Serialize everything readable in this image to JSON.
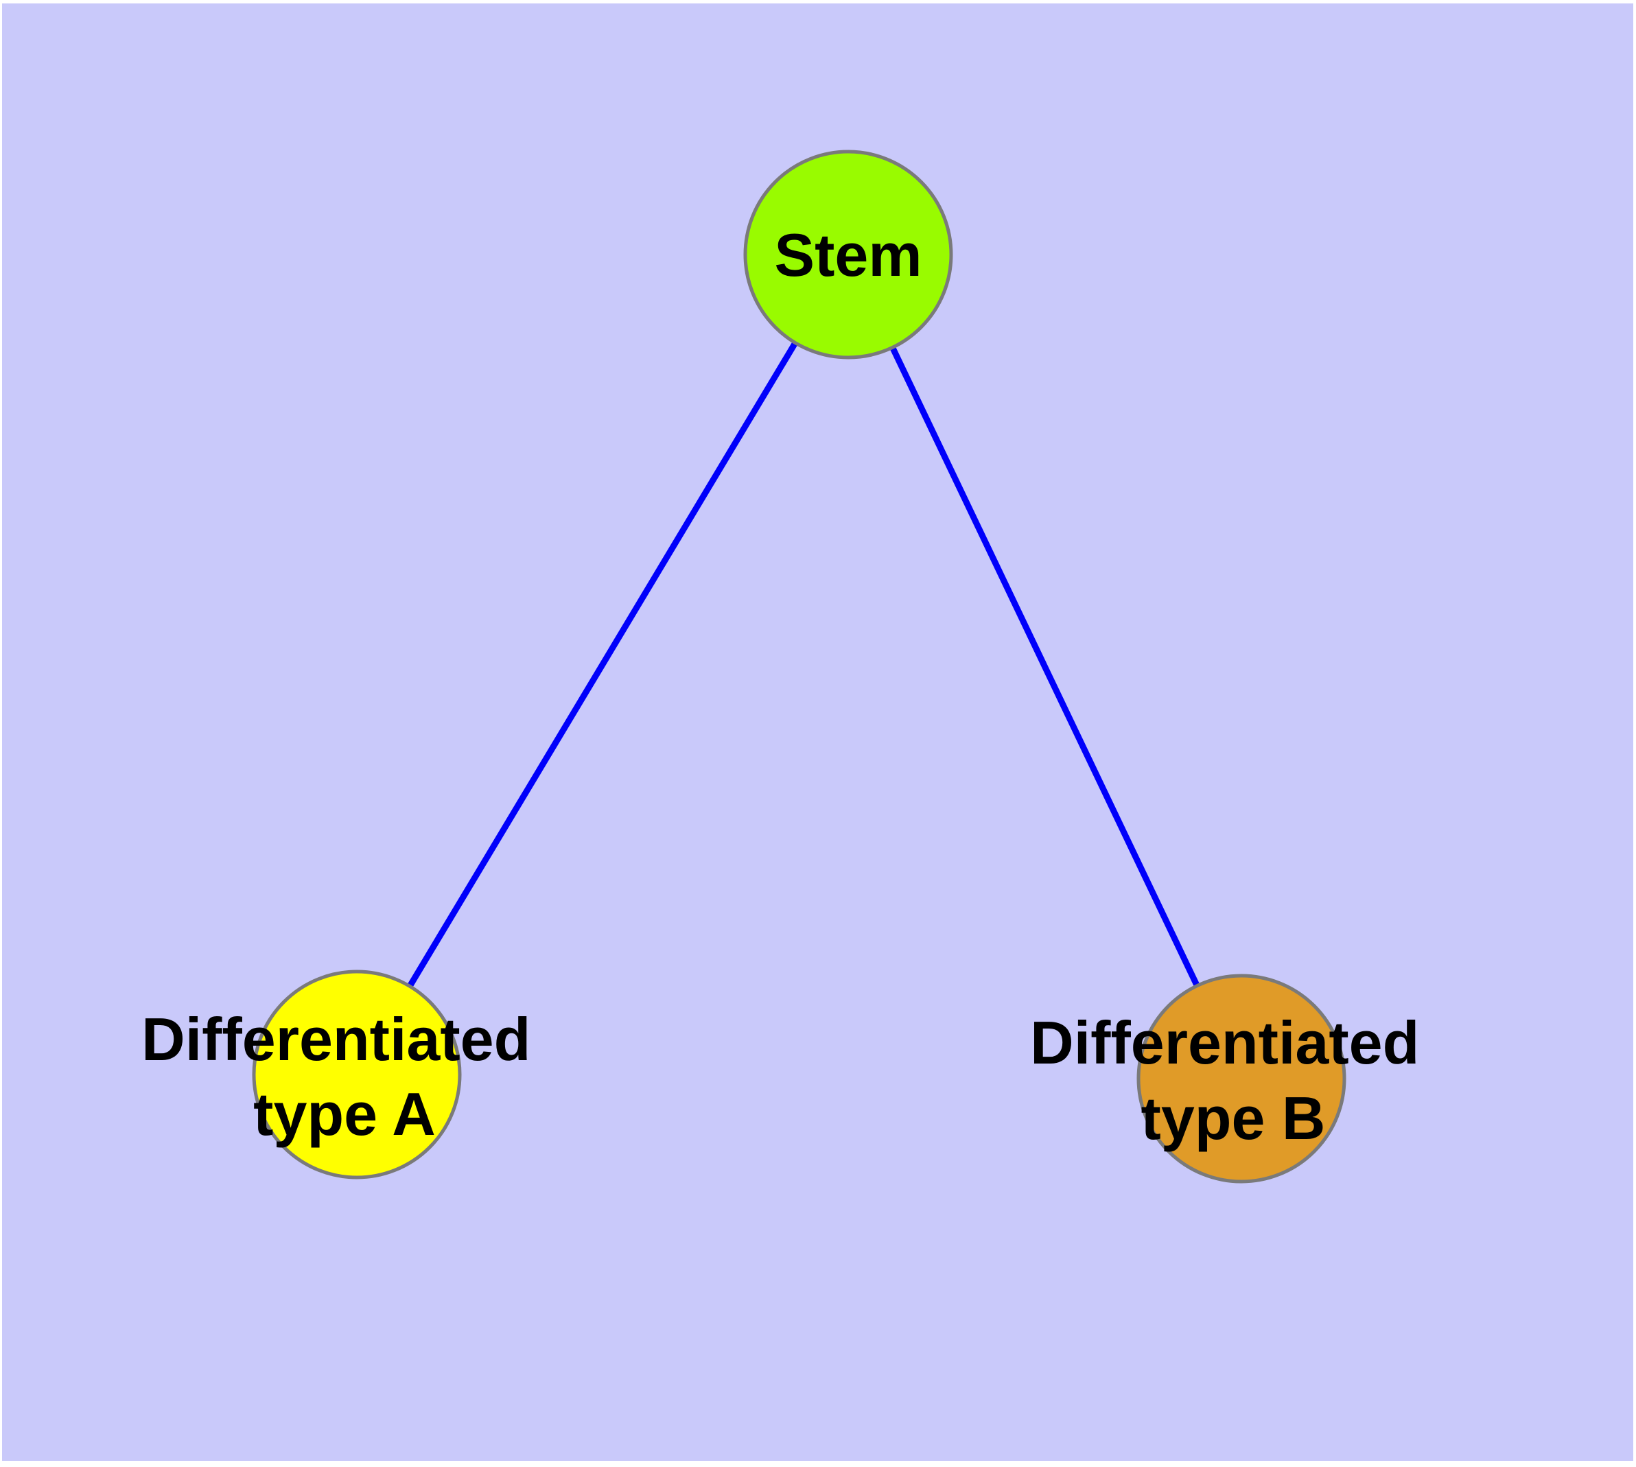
{
  "canvas": {
    "background_color": "#c9c9fa",
    "margin_color": "#ffffff"
  },
  "node_border_color": "#7a7a7a",
  "nodes": {
    "stem": {
      "label": "Stem",
      "fill": "#99fb00"
    },
    "type_a": {
      "line1": "Differentiated",
      "line2": "type A",
      "fill": "#ffff00"
    },
    "type_b": {
      "line1": "Differentiated",
      "line2": "type B",
      "fill": "#e09b28"
    }
  },
  "edges": {
    "color": "#0000fa",
    "items": [
      {
        "from": "Stem",
        "to": "Differentiated type A"
      },
      {
        "from": "Stem",
        "to": "Differentiated type B"
      }
    ]
  }
}
